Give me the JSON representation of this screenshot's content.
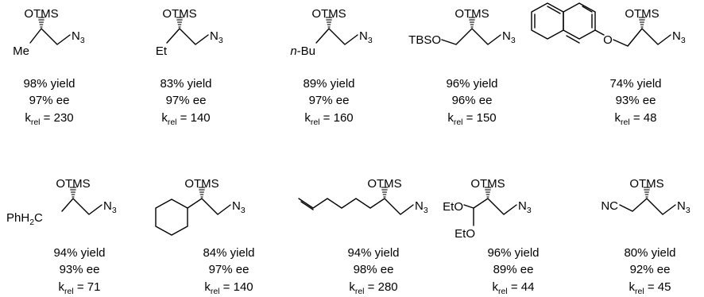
{
  "compounds": [
    {
      "id": "c1",
      "otms": "OTMS",
      "azide": "N",
      "azide_sub": "3",
      "substituent": "Me",
      "yield": "98% yield",
      "ee": "97% ee",
      "krel_base": "k",
      "krel_sub": "rel",
      "krel_value": " = 230"
    },
    {
      "id": "c2",
      "otms": "OTMS",
      "azide": "N",
      "azide_sub": "3",
      "substituent": "Et",
      "yield": "83% yield",
      "ee": "97% ee",
      "krel_base": "k",
      "krel_sub": "rel",
      "krel_value": " = 140"
    },
    {
      "id": "c3",
      "otms": "OTMS",
      "azide": "N",
      "azide_sub": "3",
      "substituent_prefix": "n",
      "substituent": "-Bu",
      "yield": "89% yield",
      "ee": "97% ee",
      "krel_base": "k",
      "krel_sub": "rel",
      "krel_value": " = 160"
    },
    {
      "id": "c4",
      "otms": "OTMS",
      "azide": "N",
      "azide_sub": "3",
      "substituent": "TBSO",
      "yield": "96% yield",
      "ee": "96% ee",
      "krel_base": "k",
      "krel_sub": "rel",
      "krel_value": " = 150"
    },
    {
      "id": "c5",
      "otms": "OTMS",
      "azide": "N",
      "azide_sub": "3",
      "ether_o": "O",
      "yield": "74% yield",
      "ee": "93% ee",
      "krel_base": "k",
      "krel_sub": "rel",
      "krel_value": " = 48"
    },
    {
      "id": "c6",
      "otms": "OTMS",
      "azide": "N",
      "azide_sub": "3",
      "substituent": "PhH",
      "substituent_sub": "2",
      "substituent_tail": "C",
      "yield": "94% yield",
      "ee": "93% ee",
      "krel_base": "k",
      "krel_sub": "rel",
      "krel_value": " = 71"
    },
    {
      "id": "c7",
      "otms": "OTMS",
      "azide": "N",
      "azide_sub": "3",
      "yield": "84% yield",
      "ee": "97% ee",
      "krel_base": "k",
      "krel_sub": "rel",
      "krel_value": " = 140"
    },
    {
      "id": "c8",
      "otms": "OTMS",
      "azide": "N",
      "azide_sub": "3",
      "yield": "94% yield",
      "ee": "98% ee",
      "krel_base": "k",
      "krel_sub": "rel",
      "krel_value": " = 280"
    },
    {
      "id": "c9",
      "otms": "OTMS",
      "azide": "N",
      "azide_sub": "3",
      "acetal_top": "EtO",
      "acetal_bottom": "EtO",
      "yield": "96% yield",
      "ee": "89% ee",
      "krel_base": "k",
      "krel_sub": "rel",
      "krel_value": " = 44"
    },
    {
      "id": "c10",
      "otms": "OTMS",
      "azide": "N",
      "azide_sub": "3",
      "substituent": "NC",
      "yield": "80% yield",
      "ee": "92% ee",
      "krel_base": "k",
      "krel_sub": "rel",
      "krel_value": " = 45"
    }
  ]
}
